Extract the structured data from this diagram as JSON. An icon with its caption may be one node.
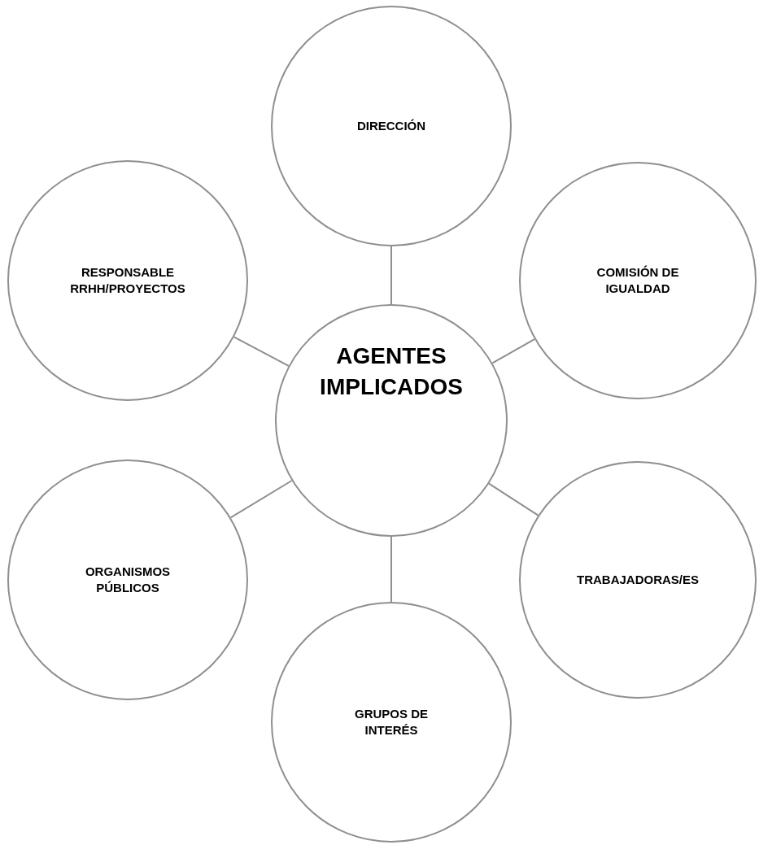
{
  "diagram": {
    "nodes": [
      {
        "text": [
          "DIRECCIÓN"
        ]
      },
      {
        "text": [
          "RESPONSABLE RRHH/PROYECTOS"
        ]
      },
      {
        "text": [
          "COMISIÓN DE IGUALDAD"
        ]
      },
      {
        "text": [
          "AGENTES IMPLICADOS"
        ]
      },
      {
        "text": [
          "ORGANISMOS PÚBLICOS"
        ]
      },
      {
        "text": [
          "TRABAJADORAS/ES"
        ]
      },
      {
        "text": [
          "GRUPOS DE INTERÉS"
        ]
      }
    ],
    "edges": [
      {
        "from": 3,
        "to": 0,
        "arrow": "none"
      },
      {
        "from": 3,
        "to": 1,
        "arrow": "none"
      },
      {
        "from": 3,
        "to": 2,
        "arrow": "none"
      },
      {
        "from": 3,
        "to": 4,
        "arrow": "none"
      },
      {
        "from": 3,
        "to": 5,
        "arrow": "none"
      },
      {
        "from": 3,
        "to": 6,
        "arrow": "none"
      }
    ]
  }
}
